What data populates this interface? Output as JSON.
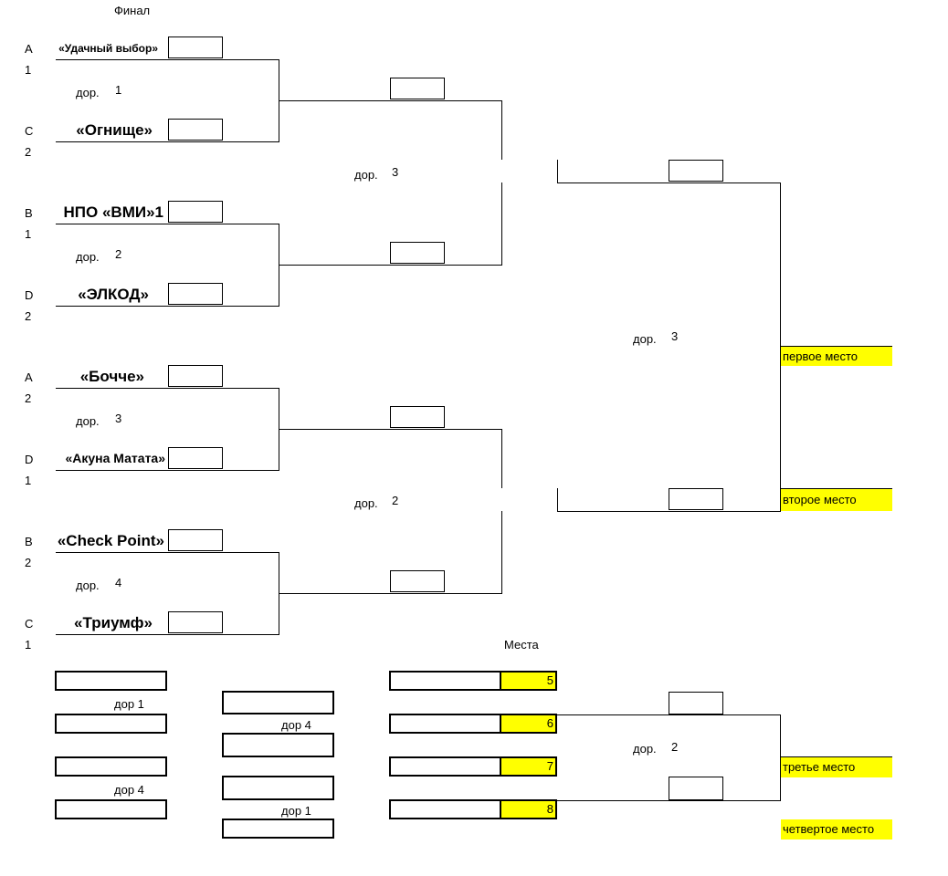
{
  "header": {
    "final": "Финал",
    "places": "Места"
  },
  "groups": [
    {
      "letter": "A",
      "num": "1"
    },
    {
      "letter": "C",
      "num": "2"
    },
    {
      "letter": "B",
      "num": "1"
    },
    {
      "letter": "D",
      "num": "2"
    },
    {
      "letter": "A",
      "num": "2"
    },
    {
      "letter": "D",
      "num": "1"
    },
    {
      "letter": "B",
      "num": "2"
    },
    {
      "letter": "C",
      "num": "1"
    }
  ],
  "teams": [
    "«Удачный выбор»",
    "«Огнище»",
    "НПО «ВМИ»1",
    "«ЭЛКОД»",
    "«Бочче»",
    "«Акуна Матата»",
    "«Check Point»",
    "«Триумф»"
  ],
  "matches": {
    "dor_label": "дор.",
    "r1": [
      "1",
      "2",
      "3",
      "4"
    ],
    "semi": [
      "3",
      "2"
    ],
    "final": "3",
    "third": "2"
  },
  "places": {
    "first": "первое место",
    "second": "второе место",
    "third": "третье место",
    "fourth": "четвертое место",
    "numbers": [
      "5",
      "6",
      "7",
      "8"
    ]
  },
  "consolation": {
    "left": [
      "дор 1",
      "дор 4"
    ],
    "right": [
      "дор 4",
      "дор 1"
    ]
  }
}
